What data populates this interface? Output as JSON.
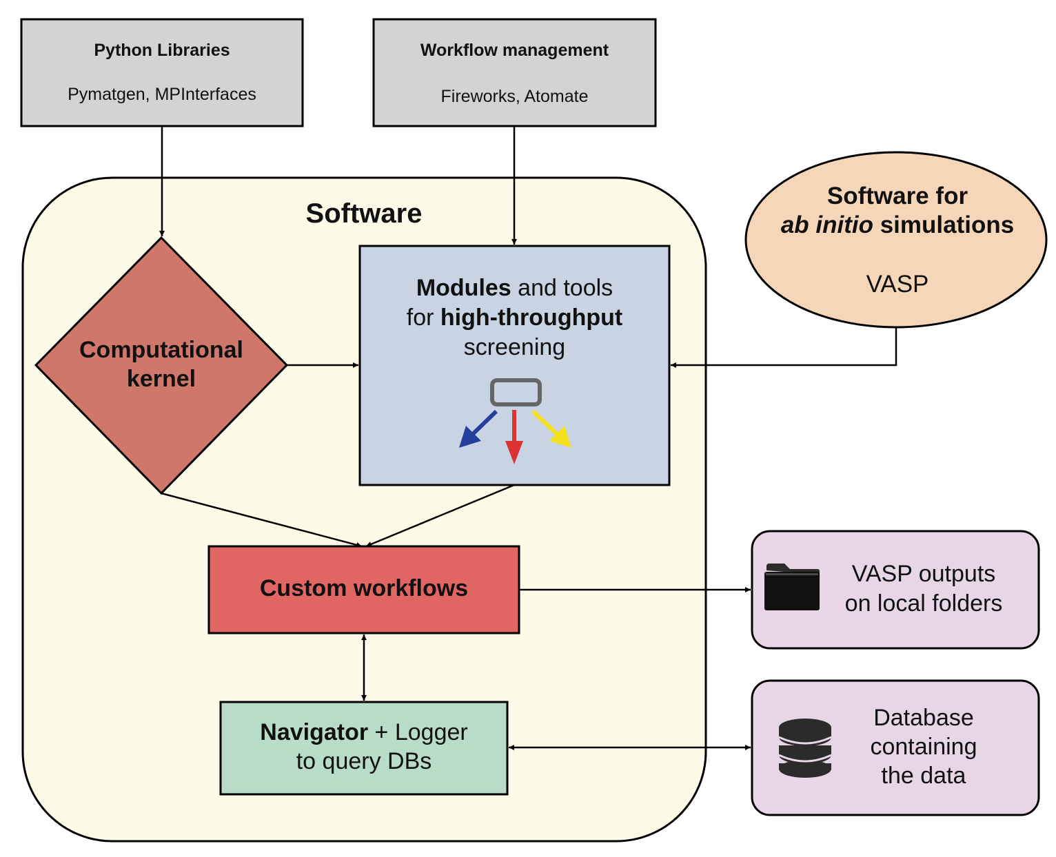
{
  "python_libraries": {
    "title": "Python Libraries",
    "subtitle": "Pymatgen, MPInterfaces"
  },
  "workflow_management": {
    "title": "Workflow management",
    "subtitle": "Fireworks, Atomate"
  },
  "software_container": {
    "label": "Software"
  },
  "computational_kernel": {
    "line1": "Computational",
    "line2": "kernel"
  },
  "modules": {
    "l1_bold": "Modules",
    "l1_rest": " and tools",
    "l2_pre": "for ",
    "l2_bold": "high-throughput",
    "l3": "screening",
    "icon": "branching-arrows-icon"
  },
  "ab_initio": {
    "l1": "Software for",
    "l2_italic": "ab initio",
    "l2_rest": " simulations",
    "l3": "VASP"
  },
  "custom_workflows": {
    "label": "Custom workflows"
  },
  "navigator": {
    "bold": "Navigator",
    "rest": " + Logger",
    "line2": "to query DBs"
  },
  "vasp_outputs": {
    "line1": "VASP outputs",
    "line2": "on local folders",
    "icon": "folder-icon"
  },
  "database": {
    "line1": "Database",
    "line2": "containing",
    "line3": "the data",
    "icon": "database-icon"
  },
  "colors": {
    "software_bg": "#fdfbe8",
    "gray_box": "#d3d3d3",
    "kernel": "#d0776b",
    "modules": "#c8d3e3",
    "ab_initio": "#f6d6b8",
    "custom_workflows": "#e06563",
    "navigator": "#b8dcc7",
    "outputs": "#e8d5e6",
    "arrow_blue": "#263f9e",
    "arrow_red": "#dc3232",
    "arrow_yellow": "#f4e11c"
  }
}
